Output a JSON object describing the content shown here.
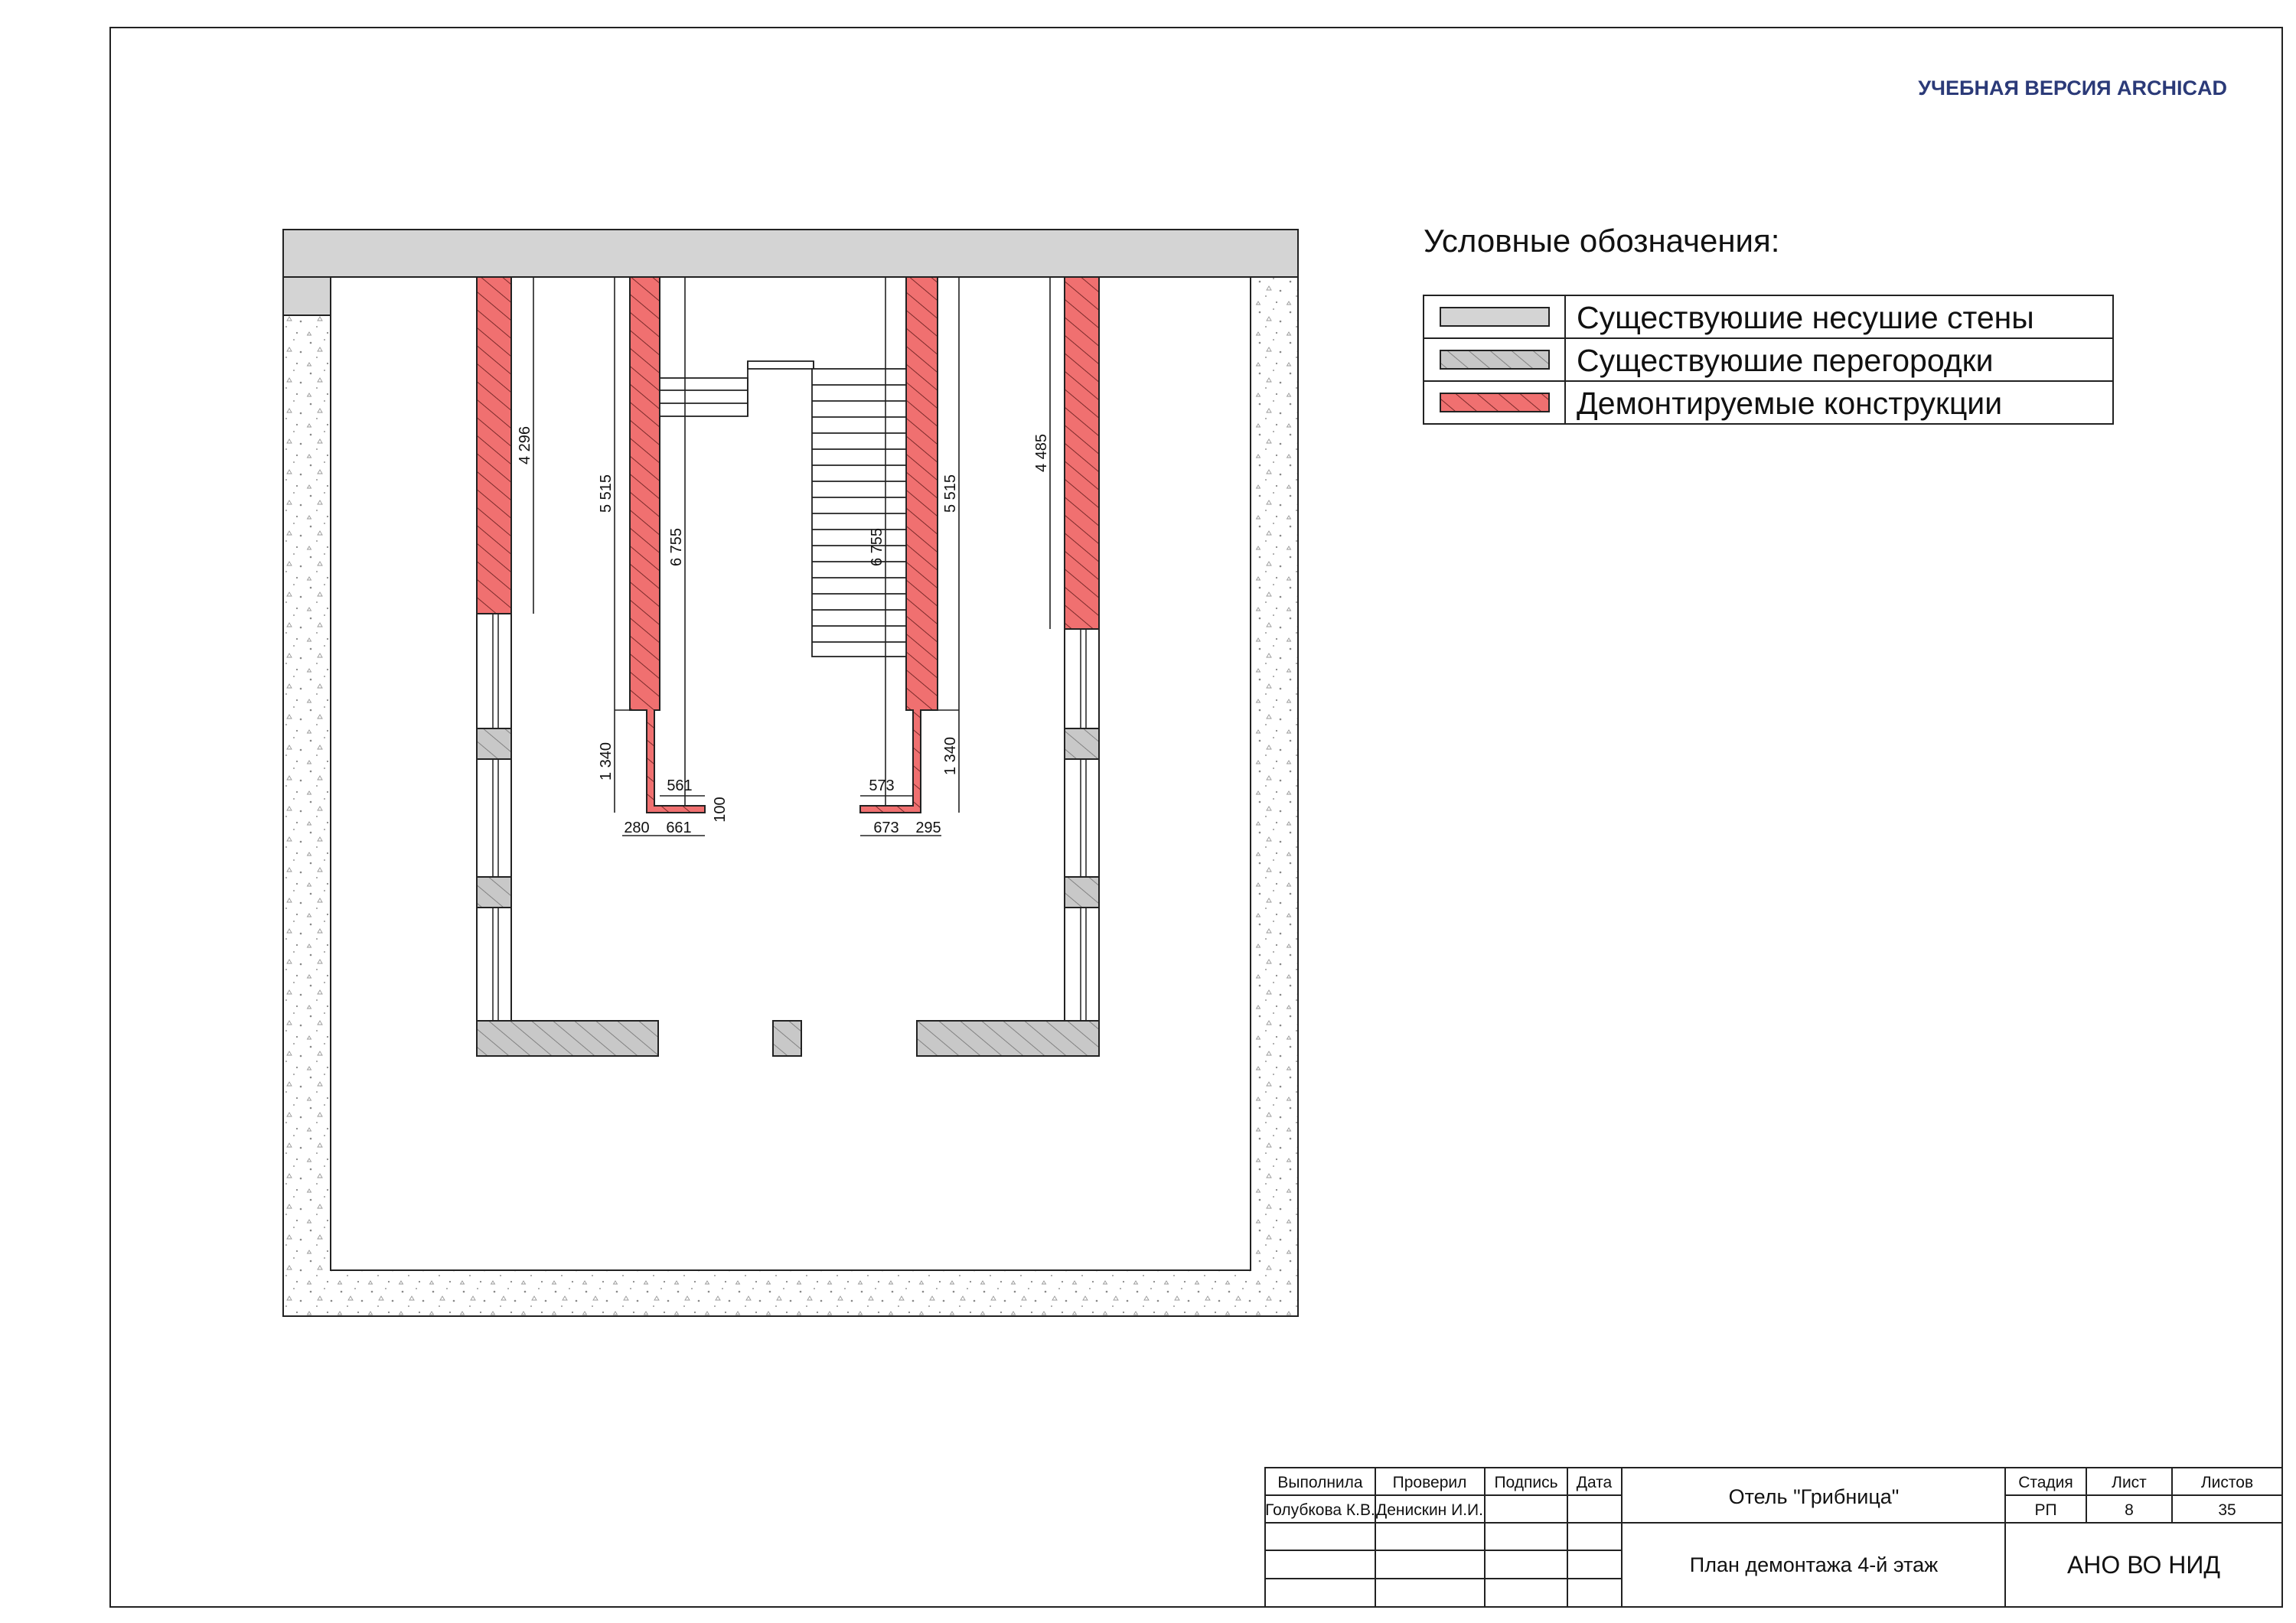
{
  "watermark": "УЧЕБНАЯ ВЕРСИЯ ARCHICAD",
  "legend": {
    "title": "Условные обозначения:",
    "items": [
      {
        "label": "Существуюшие несушие стены",
        "kind": "bearing-wall"
      },
      {
        "label": "Существуюшие перегородки",
        "kind": "partition"
      },
      {
        "label": "Демонтируемые конструкции",
        "kind": "demolished"
      }
    ]
  },
  "colors": {
    "bearing_wall": "#d4d4d4",
    "partition": "#c8c8c8",
    "demolished": "#f07070",
    "outline": "#222222",
    "watermark": "#2b3a78"
  },
  "dimensions": {
    "d4296": "4 296",
    "d5515_left": "5 515",
    "d6755_left": "6 755",
    "d6755_right": "6 755",
    "d5515_right": "5 515",
    "d4485": "4 485",
    "d1340_left": "1 340",
    "d1340_right": "1 340",
    "d561": "561",
    "d573": "573",
    "d100": "100",
    "d280": "280",
    "d661": "661",
    "d673": "673",
    "d295": "295"
  },
  "title_block": {
    "headers": {
      "performed": "Выполнила",
      "checked": "Проверил",
      "signature": "Подпись",
      "date": "Дата",
      "stage": "Стадия",
      "sheet": "Лист",
      "sheets": "Листов"
    },
    "performed_by": "Голубкова К.В.",
    "checked_by": "Денискин И.И.",
    "project": "Отель \"Грибница\"",
    "stage": "РП",
    "sheet": "8",
    "sheets": "35",
    "drawing_name": "План демонтажа 4-й этаж",
    "organization": "АНО ВО НИД"
  }
}
